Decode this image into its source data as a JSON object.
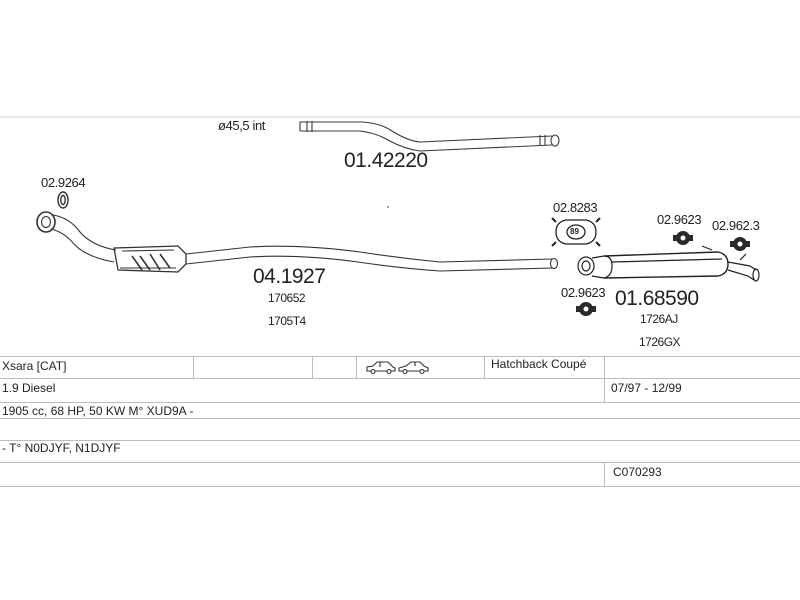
{
  "diagram": {
    "top_pipe": {
      "diameter_label": "ø45,5  int",
      "part_number": "01.42220"
    },
    "front_pipe": {
      "part_number": "04.1927",
      "ref_1": "170652",
      "ref_2": "1705T4"
    },
    "gasket_front": {
      "part_number": "02.9264"
    },
    "gasket_rear": {
      "part_number": "02.8283"
    },
    "mount_left": {
      "part_number": "02.9623"
    },
    "mount_top_a": {
      "part_number": "02.9623"
    },
    "mount_top_b": {
      "part_number": "02.962.3"
    },
    "rear_silencer": {
      "part_number": "01.68590",
      "ref_1": "1726AJ",
      "ref_2": "1726GX"
    },
    "gasket_badge": "89"
  },
  "vehicle": {
    "model": "Xsara  [CAT]",
    "body_icons": [
      "hatchback-car-icon",
      "coupe-car-icon"
    ],
    "body_type": "Hatchback Coupé",
    "engine": "1.9 Diesel",
    "period": "07/97 - 12/99",
    "spec": "1905 cc, 68 HP, 50 KW M° XUD9A -",
    "engine_codes": "- T° N0DJYF, N1DJYF",
    "catalog_code": "C070293"
  }
}
